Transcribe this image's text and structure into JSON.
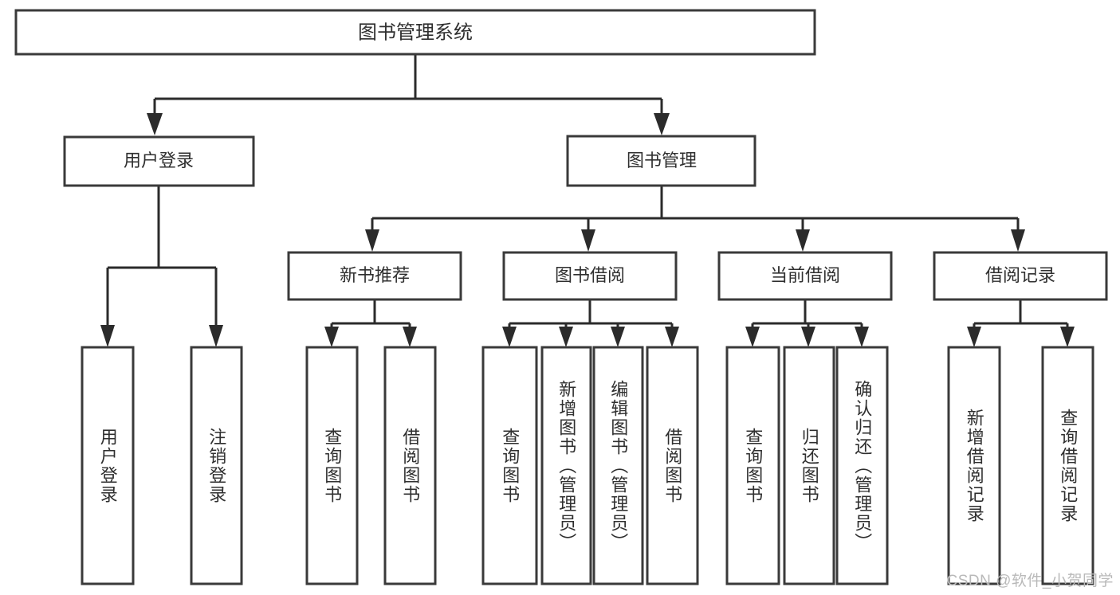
{
  "diagram": {
    "title": "图书管理系统",
    "type": "tree-hierarchy",
    "watermark": "CSDN @软件_小贺同学",
    "colors": {
      "background": "#ffffff",
      "box_stroke": "#3a3a3a",
      "connector": "#2b2b2b",
      "text": "#2f2f2f",
      "watermark": "#b9b9b9"
    },
    "levels": {
      "root": {
        "label": "图书管理系统"
      },
      "level2": [
        {
          "label": "用户登录"
        },
        {
          "label": "图书管理"
        }
      ],
      "level3": [
        {
          "label": "新书推荐"
        },
        {
          "label": "图书借阅"
        },
        {
          "label": "当前借阅"
        },
        {
          "label": "借阅记录"
        }
      ]
    },
    "leaves": {
      "user_login": [
        {
          "label": "用户登录"
        },
        {
          "label": "注销登录"
        }
      ],
      "new_book": [
        {
          "label": "查询图书"
        },
        {
          "label": "借阅图书"
        }
      ],
      "book_borrow": [
        {
          "label": "查询图书"
        },
        {
          "label": "新增图书（管理员）"
        },
        {
          "label": "编辑图书（管理员）"
        },
        {
          "label": "借阅图书"
        }
      ],
      "current_borrow": [
        {
          "label": "查询图书"
        },
        {
          "label": "归还图书"
        },
        {
          "label": "确认归还（管理员）"
        }
      ],
      "borrow_record": [
        {
          "label": "新增借阅记录"
        },
        {
          "label": "查询借阅记录"
        }
      ]
    }
  }
}
